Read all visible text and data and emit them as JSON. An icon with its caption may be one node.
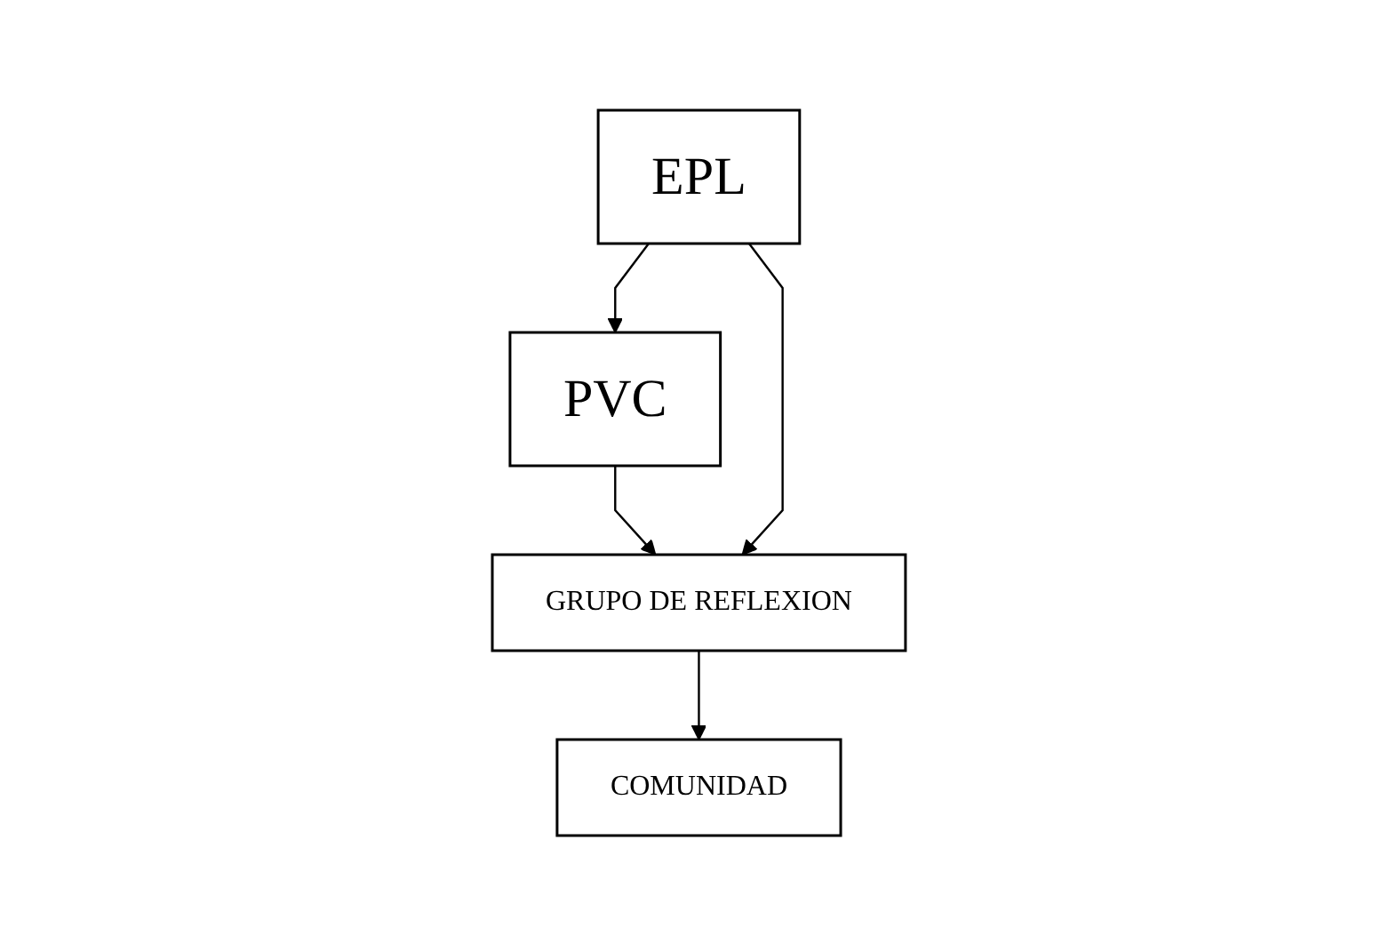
{
  "diagram": {
    "nodes": [
      {
        "text": [
          "EPL"
        ]
      },
      {
        "text": [
          "PVC"
        ]
      },
      {
        "text": [
          "GRUPO DE REFLEXION"
        ]
      },
      {
        "text": [
          "COMUNIDAD"
        ]
      }
    ],
    "edges": [
      {
        "from": 0,
        "to": 1,
        "arrow": "to"
      },
      {
        "from": 1,
        "to": 2,
        "arrow": "to"
      },
      {
        "from": 0,
        "to": 2,
        "arrow": "to"
      },
      {
        "from": 2,
        "to": 3,
        "arrow": "to"
      }
    ]
  }
}
